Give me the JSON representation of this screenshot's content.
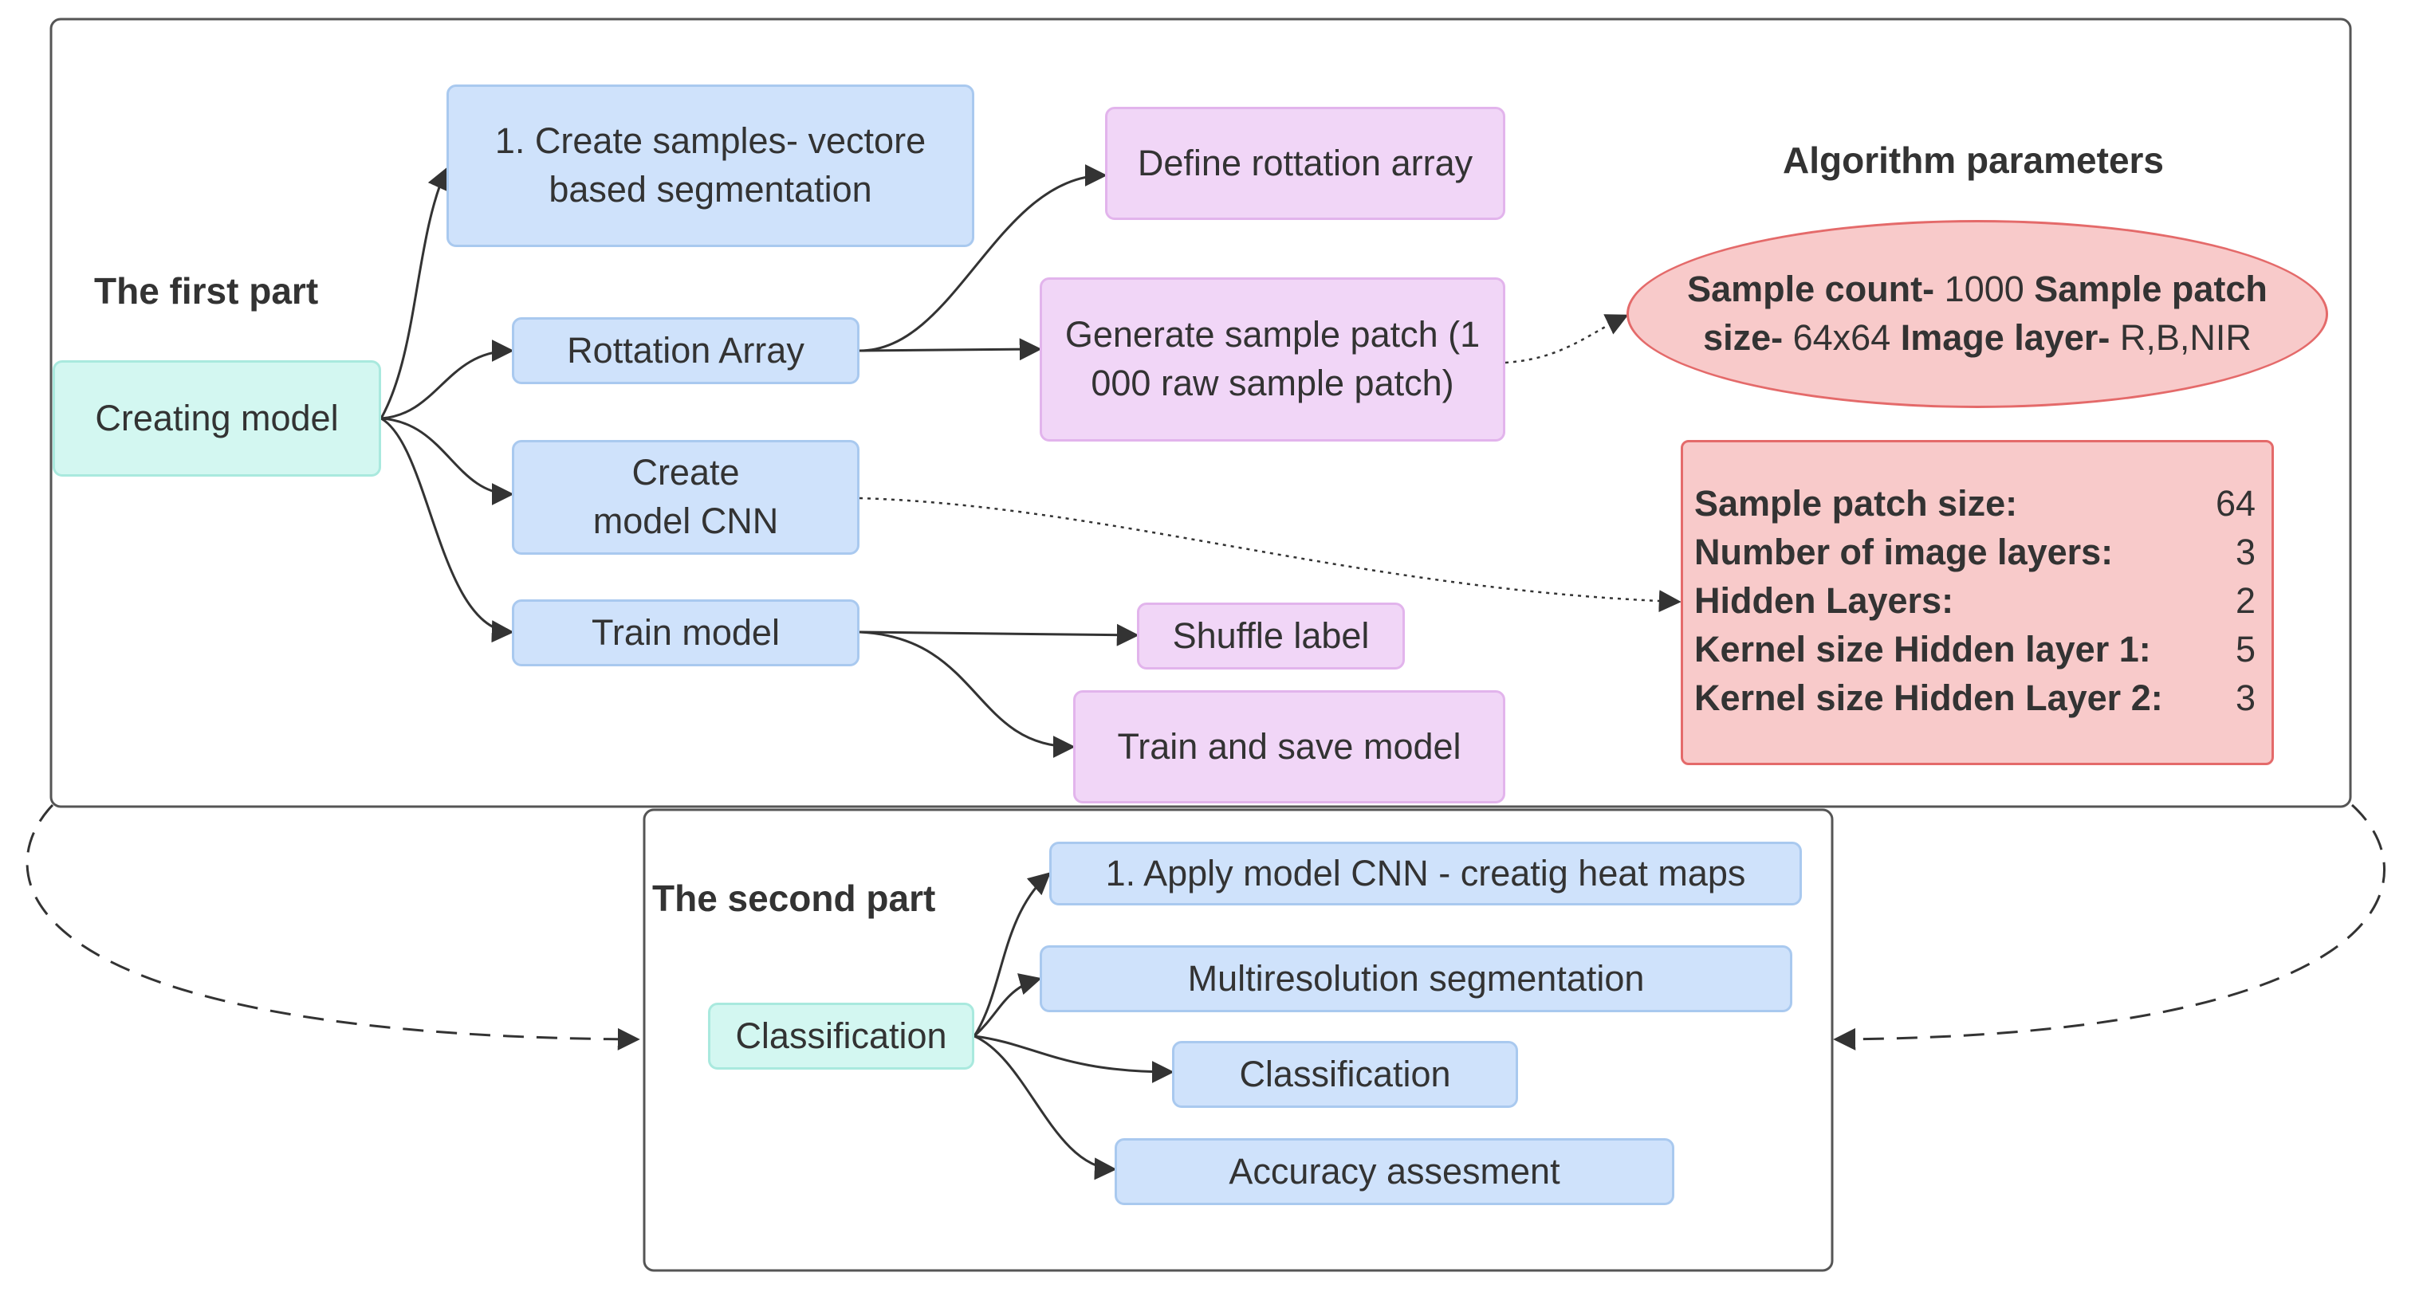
{
  "first_part": {
    "title": "The first part",
    "root": "Creating model",
    "steps": {
      "create_samples": "1. Create samples- vectore based segmentation",
      "rotation_array": "Rottation Array",
      "create_model": "Create model CNN",
      "train_model": "Train model"
    },
    "sub_steps": {
      "define_rotation": "Define rottation array",
      "generate_patch": "Generate sample patch (1 000 raw sample patch)",
      "shuffle_label": "Shuffle label",
      "train_save": "Train and save model"
    },
    "parameters_title": "Algorithm parameters",
    "sample_params": {
      "count_label": "Sample count-",
      "count_value": "1000",
      "patch_label": "Sample patch size-",
      "patch_value": "64x64",
      "layer_label": "Image layer-",
      "layer_value": "R,B,NIR"
    },
    "cnn_params": [
      {
        "key": "Sample patch size:",
        "value": "64"
      },
      {
        "key": "Number of image layers:",
        "value": "3"
      },
      {
        "key": "Hidden Layers:",
        "value": "2"
      },
      {
        "key": "Kernel size Hidden layer 1:",
        "value": "5"
      },
      {
        "key": "Kernel size Hidden Layer 2:",
        "value": "3"
      }
    ]
  },
  "second_part": {
    "title": "The second part",
    "root": "Classification",
    "steps": {
      "apply_model": "1. Apply model CNN - creatig heat maps",
      "multires": "Multiresolution segmentation",
      "classification": "Classification",
      "accuracy": "Accuracy assesment"
    }
  },
  "colors": {
    "blue_node": "#cfe2fb",
    "pink_node": "#f1d6f7",
    "cyan_node": "#d3f7f1",
    "param_fill": "#f8caca",
    "param_border": "#e46a6a"
  }
}
